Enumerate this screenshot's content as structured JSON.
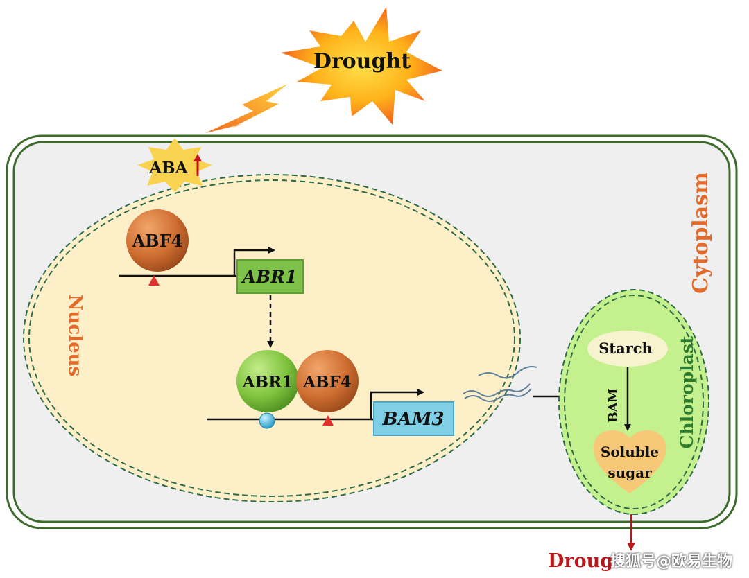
{
  "labels": {
    "drought": "Drought",
    "aba": "ABA",
    "cytoplasm": "Cytoplasm",
    "nucleus": "Nucleus",
    "abf4_top": "ABF4",
    "abr1_gene": "ABR1",
    "abr1_protein": "ABR1",
    "abf4_bottom": "ABF4",
    "bam3_gene": "BAM3",
    "chloroplast": "Chloroplast",
    "starch": "Starch",
    "bam": "BAM",
    "soluble": "Soluble",
    "sugar": "sugar",
    "drought_bottom": "Droug"
  },
  "watermark": "搜狐号@欧易生物",
  "colors": {
    "cell_border": "#3c6b2c",
    "cytoplasm_fill": "#efefef",
    "nucleus_fill": "#fdf0c9",
    "chloroplast_fill": "#c4f08e",
    "label_orange": "#e26a2a",
    "chloroplast_label": "#2e7a2e",
    "abf4_fill": "#c86a2e",
    "abr1_fill": "#7fc13d",
    "abr1_gene_fill": "#7ec24a",
    "bam3_gene_fill": "#7fd0e6",
    "dark_red": "#b8171b"
  }
}
